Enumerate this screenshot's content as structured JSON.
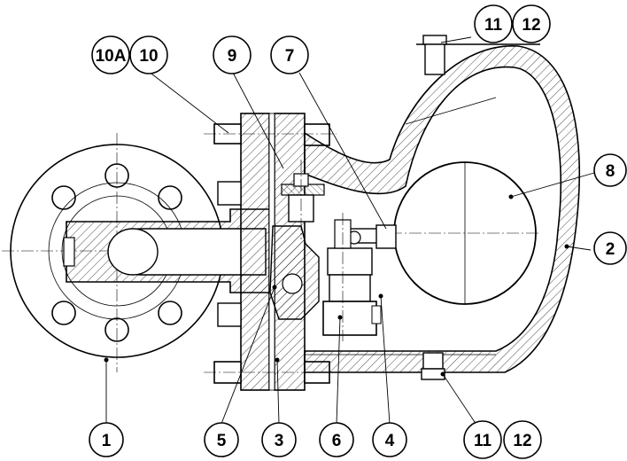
{
  "diagram": {
    "callouts": {
      "c1": "1",
      "c2": "2",
      "c3": "3",
      "c4": "4",
      "c5": "5",
      "c6": "6",
      "c7": "7",
      "c8": "8",
      "c9": "9",
      "c10": "10",
      "c10a": "10A",
      "c11_top": "11",
      "c12_top": "12",
      "c11_bottom": "11",
      "c12_bottom": "12"
    }
  }
}
